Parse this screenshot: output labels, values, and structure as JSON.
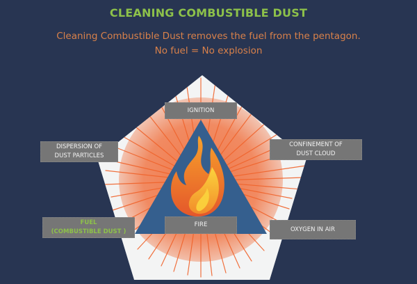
{
  "header": {
    "title": "CLEANING COMBUSTIBLE DUST",
    "subtitle_line1": "Cleaning Combustible Dust removes the fuel from the pentagon.",
    "subtitle_line2": "No fuel = No explosion"
  },
  "colors": {
    "background": "#283552",
    "title": "#8dc14a",
    "subtitle": "#d9814a",
    "pentagon_fill": "#f3f4f4",
    "triangle_fill": "#355f8e",
    "burst": "#f0622a",
    "label_bg": "#767676",
    "label_text": "#f2f2f2",
    "fuel_text": "#8dc14a"
  },
  "diagram": {
    "center_icon": "flame-icon",
    "labels": {
      "ignition": "IGNITION",
      "dispersion_line1": "DISPERSION OF",
      "dispersion_line2": "DUST PARTICLES",
      "confinement_line1": "CONFINEMENT OF",
      "confinement_line2": "DUST CLOUD",
      "fuel_line1": "FUEL",
      "fuel_line2": "(COMBUSTIBLE DUST )",
      "fire": "FIRE",
      "oxygen": "OXYGEN IN AIR"
    }
  }
}
